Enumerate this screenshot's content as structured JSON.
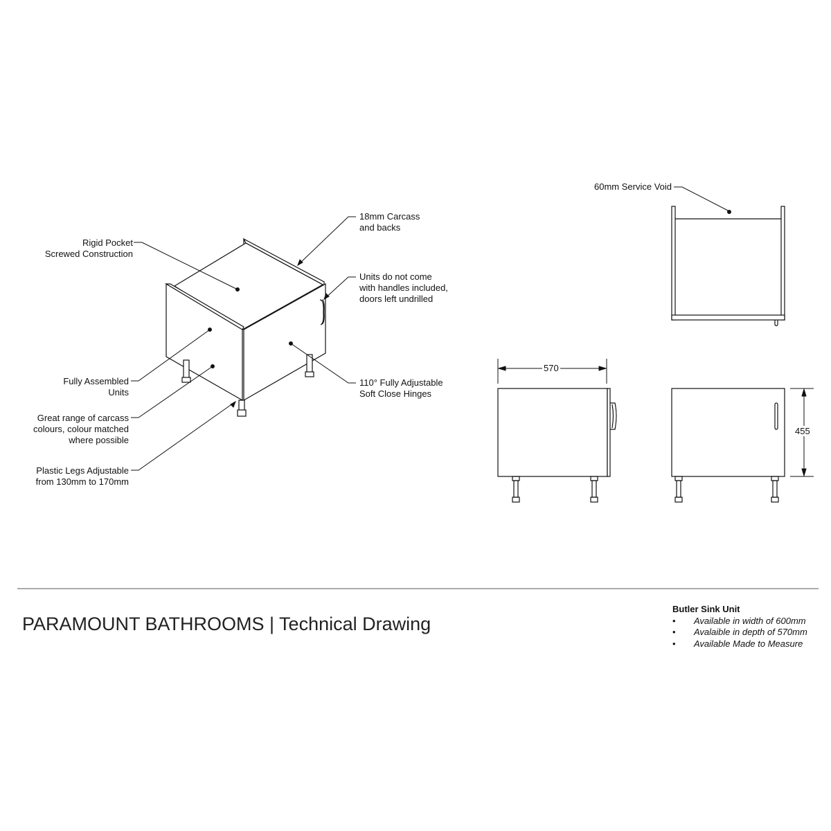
{
  "callouts": {
    "rigid_pocket": [
      "Rigid Pocket",
      "Screwed Construction"
    ],
    "carcass": [
      "18mm Carcass",
      "and backs"
    ],
    "handles": [
      "Units do not come",
      "with handles included,",
      "doors left undrilled"
    ],
    "assembled": [
      "Fully Assembled",
      "Units"
    ],
    "colours": [
      "Great range of carcass",
      "colours, colour matched",
      "where possible"
    ],
    "hinges": [
      "110° Fully Adjustable",
      "Soft Close Hinges"
    ],
    "legs": [
      "Plastic Legs Adjustable",
      "from 130mm to 170mm"
    ],
    "service_void": "60mm Service Void"
  },
  "dimensions": {
    "depth": "570",
    "height": "455"
  },
  "title": "PARAMOUNT BATHROOMS | Technical Drawing",
  "spec": {
    "heading": "Butler Sink Unit",
    "bullet": "•",
    "items": [
      "Available in width of 600mm",
      "Avalaible in depth of 570mm",
      "Available Made to Measure"
    ]
  }
}
